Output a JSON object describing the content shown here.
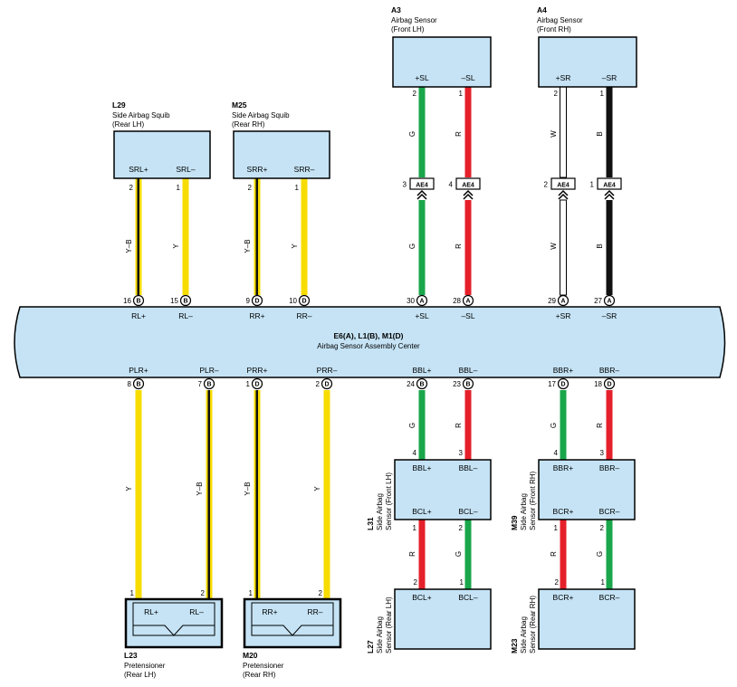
{
  "colors": {
    "Y": "#f7dc00",
    "G": "#1aa64a",
    "R": "#e5202a",
    "B": "#111111",
    "W": "#ffffff",
    "box_fill": "#c5e3f5"
  },
  "center": {
    "id": "E6(A), L1(B), M1(D)",
    "name": "Airbag Sensor Assembly Center"
  },
  "components": [
    {
      "key": "A3",
      "id": "A3",
      "name": [
        "Airbag Sensor",
        "(Front LH)"
      ],
      "pins": [
        "+SL",
        "–SL"
      ]
    },
    {
      "key": "A4",
      "id": "A4",
      "name": [
        "Airbag Sensor",
        "(Front RH)"
      ],
      "pins": [
        "+SR",
        "–SR"
      ]
    },
    {
      "key": "L29",
      "id": "L29",
      "name": [
        "Side Airbag Squib",
        "(Rear LH)"
      ],
      "pins": [
        "SRL+",
        "SRL–"
      ]
    },
    {
      "key": "M25",
      "id": "M25",
      "name": [
        "Side Airbag Squib",
        "(Rear RH)"
      ],
      "pins": [
        "SRR+",
        "SRR–"
      ]
    },
    {
      "key": "L23",
      "id": "L23",
      "name": [
        "Pretensioner",
        "(Rear LH)"
      ],
      "pins": [
        "RL+",
        "RL–"
      ]
    },
    {
      "key": "M20",
      "id": "M20",
      "name": [
        "Pretensioner",
        "(Rear RH)"
      ],
      "pins": [
        "RR+",
        "RR–"
      ]
    },
    {
      "key": "L31",
      "id": "L31",
      "name": [
        "Side Airbag",
        "Sensor (Front LH)"
      ],
      "pins": [
        "BBL+",
        "BBL–",
        "BCL+",
        "BCL–"
      ]
    },
    {
      "key": "M39",
      "id": "M39",
      "name": [
        "Side Airbag",
        "Sensor (Front RH)"
      ],
      "pins": [
        "BBR+",
        "BBR–",
        "BCR+",
        "BCR–"
      ]
    },
    {
      "key": "L27",
      "id": "L27",
      "name": [
        "Side Airbag",
        "Sensor (Rear LH)"
      ],
      "pins": [
        "BCL+",
        "BCL–"
      ]
    },
    {
      "key": "M23",
      "id": "M23",
      "name": [
        "Side Airbag",
        "Sensor (Rear RH)"
      ],
      "pins": [
        "BCR+",
        "BCR–"
      ]
    }
  ],
  "center_pins_top": [
    {
      "num": "16",
      "conn": "B",
      "label": "RL+"
    },
    {
      "num": "15",
      "conn": "B",
      "label": "RL–"
    },
    {
      "num": "9",
      "conn": "D",
      "label": "RR+"
    },
    {
      "num": "10",
      "conn": "D",
      "label": "RR–"
    },
    {
      "num": "30",
      "conn": "A",
      "label": "+SL"
    },
    {
      "num": "28",
      "conn": "A",
      "label": "–SL"
    },
    {
      "num": "29",
      "conn": "A",
      "label": "+SR"
    },
    {
      "num": "27",
      "conn": "A",
      "label": "–SR"
    }
  ],
  "center_pins_bottom": [
    {
      "num": "8",
      "conn": "B",
      "label": "PLR+"
    },
    {
      "num": "7",
      "conn": "B",
      "label": "PLR–"
    },
    {
      "num": "1",
      "conn": "D",
      "label": "PRR+"
    },
    {
      "num": "2",
      "conn": "D",
      "label": "PRR–"
    },
    {
      "num": "24",
      "conn": "B",
      "label": "BBL+"
    },
    {
      "num": "23",
      "conn": "B",
      "label": "BBL–"
    },
    {
      "num": "17",
      "conn": "D",
      "label": "BBR+"
    },
    {
      "num": "18",
      "conn": "D",
      "label": "BBR–"
    }
  ],
  "inline_connector": {
    "id": "AE4",
    "pins": [
      "3",
      "4",
      "2",
      "1"
    ]
  },
  "wires": [
    {
      "color": "G",
      "code": "G",
      "from_pin": "2",
      "to": "AE4-3"
    },
    {
      "color": "R",
      "code": "R",
      "from_pin": "1",
      "to": "AE4-4"
    },
    {
      "color": "W",
      "code": "W",
      "from_pin": "2",
      "to": "AE4-2"
    },
    {
      "color": "B",
      "code": "B",
      "from_pin": "1",
      "to": "AE4-1"
    },
    {
      "color": "G",
      "code": "G",
      "from": "AE4-3",
      "to": "A-30"
    },
    {
      "color": "R",
      "code": "R",
      "from": "AE4-4",
      "to": "A-28"
    },
    {
      "color": "W",
      "code": "W",
      "from": "AE4-2",
      "to": "A-29"
    },
    {
      "color": "B",
      "code": "B",
      "from": "AE4-1",
      "to": "A-27"
    },
    {
      "color": "Y",
      "stripe": "B",
      "code": "Y–B",
      "from_pin": "2",
      "to": "B-16"
    },
    {
      "color": "Y",
      "code": "Y",
      "from_pin": "1",
      "to": "B-15"
    },
    {
      "color": "Y",
      "stripe": "B",
      "code": "Y–B",
      "from_pin": "2",
      "to": "D-9"
    },
    {
      "color": "Y",
      "code": "Y",
      "from_pin": "1",
      "to": "D-10"
    },
    {
      "color": "Y",
      "code": "Y",
      "from": "B-8",
      "to_pin": "1"
    },
    {
      "color": "Y",
      "stripe": "B",
      "code": "Y–B",
      "from": "B-7",
      "to_pin": "2"
    },
    {
      "color": "Y",
      "stripe": "B",
      "code": "Y–B",
      "from": "D-1",
      "to_pin": "1"
    },
    {
      "color": "Y",
      "code": "Y",
      "from": "D-2",
      "to_pin": "2"
    },
    {
      "color": "G",
      "code": "G",
      "from": "B-24",
      "to_pin": "4"
    },
    {
      "color": "R",
      "code": "R",
      "from": "B-23",
      "to_pin": "3"
    },
    {
      "color": "G",
      "code": "G",
      "from": "D-17",
      "to_pin": "4"
    },
    {
      "color": "R",
      "code": "R",
      "from": "D-18",
      "to_pin": "3"
    },
    {
      "color": "R",
      "code": "R",
      "from_pin": "1",
      "to_pin": "2"
    },
    {
      "color": "G",
      "code": "G",
      "from_pin": "2",
      "to_pin": "1"
    },
    {
      "color": "R",
      "code": "R",
      "from_pin": "1",
      "to_pin": "2"
    },
    {
      "color": "G",
      "code": "G",
      "from_pin": "2",
      "to_pin": "1"
    }
  ],
  "pin_numbers": {
    "A3": [
      "2",
      "1"
    ],
    "A4": [
      "2",
      "1"
    ],
    "L29": [
      "2",
      "1"
    ],
    "M25": [
      "2",
      "1"
    ],
    "L23": [
      "1",
      "2"
    ],
    "M20": [
      "1",
      "2"
    ],
    "L31_top": [
      "4",
      "3"
    ],
    "L31_bottom": [
      "1",
      "2"
    ],
    "M39_top": [
      "4",
      "3"
    ],
    "M39_bottom": [
      "1",
      "2"
    ],
    "L27": [
      "2",
      "1"
    ],
    "M23": [
      "2",
      "1"
    ]
  }
}
